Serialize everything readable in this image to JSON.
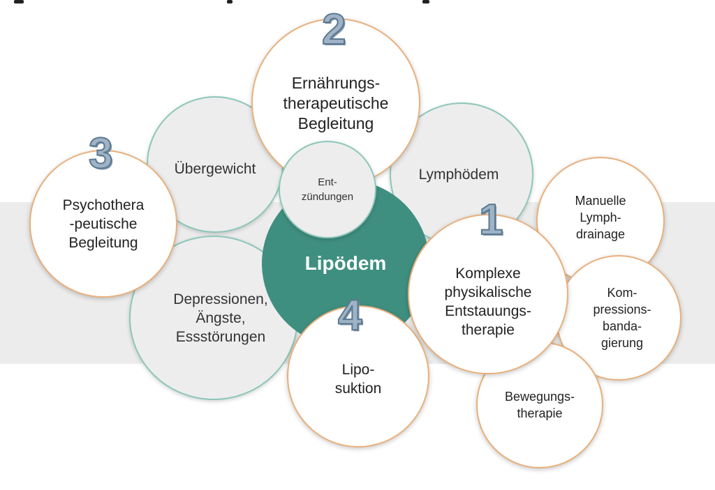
{
  "center": {
    "label": "Lipödem"
  },
  "conditions": {
    "uebergewicht": "Übergewicht",
    "entzuendungen": "Ent-\nzündungen",
    "lymphoedem": "Lymphödem",
    "depressionen": "Depressionen,\nÄngste,\nEssstörungen"
  },
  "therapies": {
    "komplexe": {
      "number": "1",
      "label": "Komplexe\nphysikalische\nEntstauungs-\ntherapie"
    },
    "ernaehrung": {
      "number": "2",
      "label": "Ernährungs-\ntherapeutische\nBegleitung"
    },
    "psycho": {
      "number": "3",
      "label": "Psychothera\n-peutische\nBegleitung"
    },
    "lipo": {
      "number": "4",
      "label": "Lipo-\nsuktion"
    }
  },
  "sub_therapies": {
    "lymphdrainage": "Manuelle\nLymph-\ndrainage",
    "kompression": "Kom-\npressions-\nbanda-\ngierung",
    "bewegung": "Bewegungs-\ntherapie"
  },
  "colors": {
    "center": "#3f8f80",
    "gray_border": "#8dc7ba",
    "white_border": "#e9b07c",
    "number": "#9eb3c6",
    "band": "#ececec"
  }
}
